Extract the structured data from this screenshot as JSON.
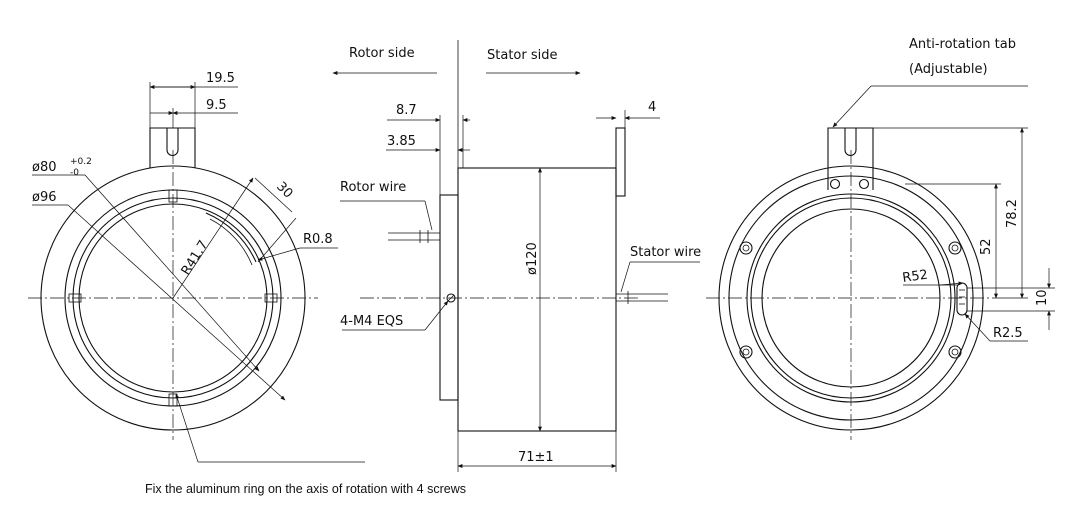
{
  "left_view": {
    "dim_19_5": "19.5",
    "dim_9_5": "9.5",
    "dia_80_main": "ø80",
    "dia_80_tol_upper": "+0.2",
    "dia_80_tol_lower": "-0",
    "dia_96": "ø96",
    "r_41_7": "R41.7",
    "dim_30": "30",
    "r_0_8": "R0.8"
  },
  "side_view": {
    "rotor_side": "Rotor side",
    "stator_side": "Stator side",
    "dim_8_7": "8.7",
    "dim_3_85": "3.85",
    "dim_4": "4",
    "rotor_wire": "Rotor wire",
    "stator_wire": "Stator wire",
    "dia_120": "ø120",
    "screws": "4-M4 EQS",
    "length": "71±1"
  },
  "right_view": {
    "tab_label_line1": "Anti-rotation tab",
    "tab_label_line2": "(Adjustable)",
    "dim_78_2": "78.2",
    "dim_52": "52",
    "r_52": "R52",
    "dim_10": "10",
    "r_2_5": "R2.5"
  },
  "caption": "Fix the aluminum ring on the axis of rotation with 4 screws"
}
